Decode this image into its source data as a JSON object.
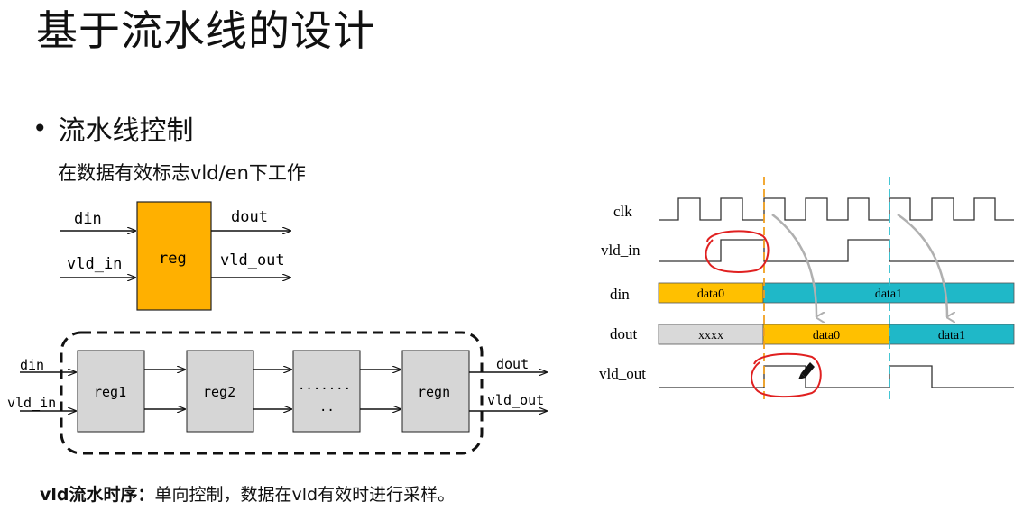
{
  "title": "基于流水线的设计",
  "bullet": "流水线控制",
  "subtitle": "在数据有效标志vld/en下工作",
  "single_reg": {
    "din": "din",
    "vld_in": "vld_in",
    "reg": "reg",
    "dout": "dout",
    "vld_out": "vld_out"
  },
  "pipeline": {
    "din": "din",
    "vld_in": "vld_in",
    "stages": [
      "reg1",
      "reg2",
      ".......",
      "..",
      "regn"
    ],
    "dout": "dout",
    "vld_out": "vld_out"
  },
  "caption": {
    "bold": "vld流水时序：",
    "rest": "单向控制，数据在vld有效时进行采样。"
  },
  "timing": {
    "signals": [
      "clk",
      "vld_in",
      "din",
      "dout",
      "vld_out"
    ],
    "din_segments": [
      "data0",
      "data1"
    ],
    "dout_segments": [
      "xxxx",
      "data0",
      "data1"
    ],
    "colors": {
      "yellow": "#ffc000",
      "teal": "#1fb8c8",
      "gray": "#d9d9d9",
      "red_mark": "#e02020",
      "dash_orange": "#f0a020",
      "dash_teal": "#30c0d0"
    }
  }
}
